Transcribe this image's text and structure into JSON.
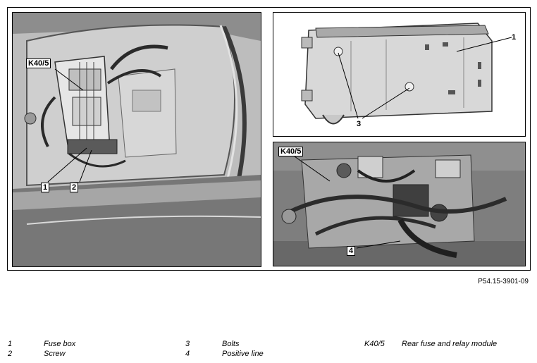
{
  "figure": {
    "code": "P54.15-3901-09",
    "callouts_left": {
      "module": "K40/5",
      "one": "1",
      "two": "2"
    },
    "callouts_top_right": {
      "one": "1",
      "three": "3"
    },
    "callouts_bottom_right": {
      "module": "K40/5",
      "four": "4"
    }
  },
  "legend": [
    {
      "key": "1",
      "text": "Fuse box"
    },
    {
      "key": "2",
      "text": "Screw"
    },
    {
      "key": "3",
      "text": "Bolts"
    },
    {
      "key": "4",
      "text": "Positive line"
    },
    {
      "key": "K40/5",
      "text": "Rear fuse and relay module"
    }
  ]
}
